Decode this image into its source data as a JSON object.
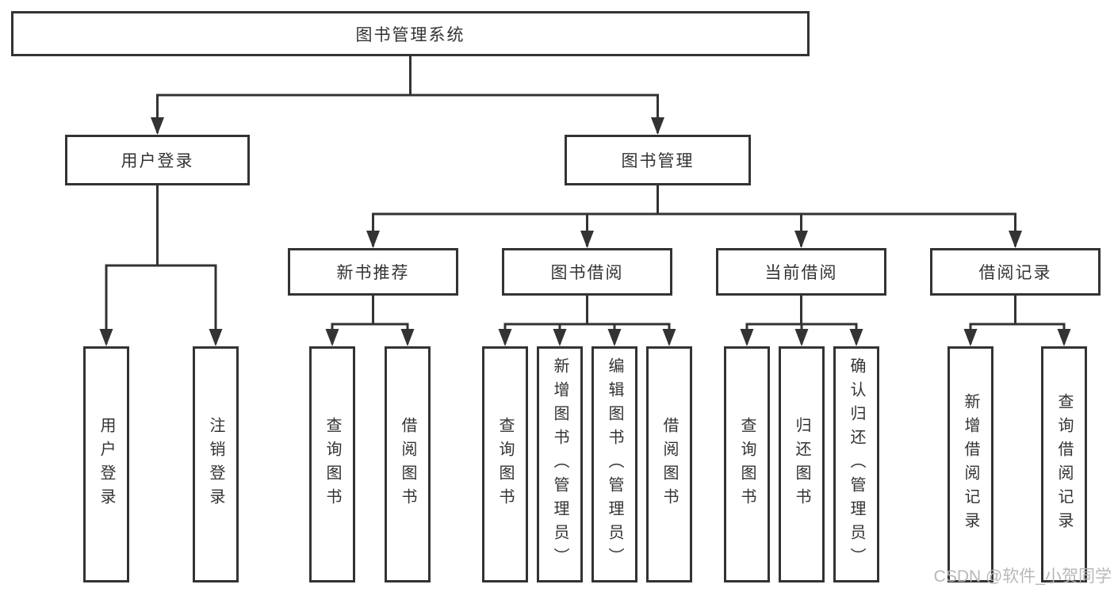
{
  "diagram": {
    "root": "图书管理系统",
    "branches": [
      {
        "label": "用户登录",
        "children": [
          "用户登录",
          "注销登录"
        ]
      },
      {
        "label": "图书管理",
        "groups": [
          {
            "label": "新书推荐",
            "children": [
              "查询图书",
              "借阅图书"
            ]
          },
          {
            "label": "图书借阅",
            "children": [
              "查询图书",
              "新增图书（管理员）",
              "编辑图书（管理员）",
              "借阅图书"
            ]
          },
          {
            "label": "当前借阅",
            "children": [
              "查询图书",
              "归还图书",
              "确认归还（管理员）"
            ]
          },
          {
            "label": "借阅记录",
            "children": [
              "新增借阅记录",
              "查询借阅记录"
            ]
          }
        ]
      }
    ]
  },
  "watermark": "CSDN @软件_小贺同学",
  "colors": {
    "line": "#333333",
    "box_border": "#333333",
    "text": "#333333",
    "watermark": "#b5b5b5",
    "background": "#ffffff"
  }
}
